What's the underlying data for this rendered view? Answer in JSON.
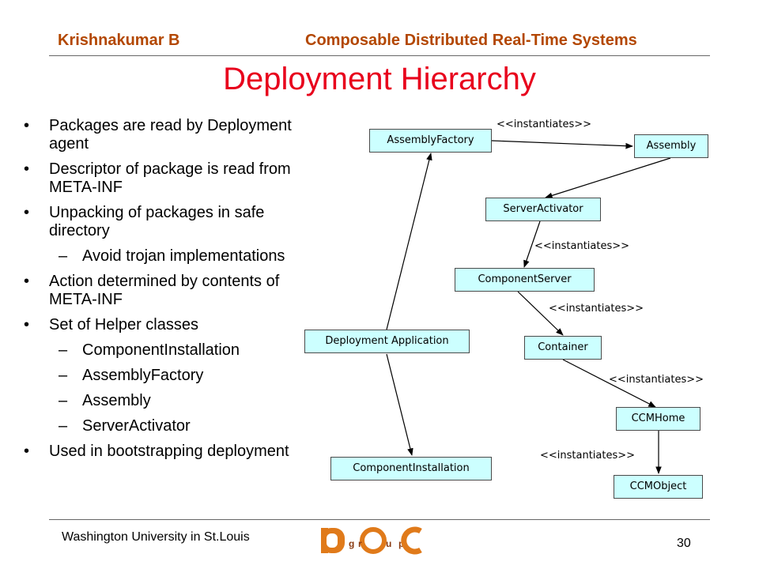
{
  "header": {
    "author": "Krishnakumar B",
    "course": "Composable Distributed Real-Time Systems"
  },
  "title": "Deployment Hierarchy",
  "bullets": [
    {
      "level": 1,
      "text": "Packages are read by Deployment agent"
    },
    {
      "level": 1,
      "text": "Descriptor of package is read from META-INF"
    },
    {
      "level": 1,
      "text": "Unpacking of packages in safe directory"
    },
    {
      "level": 2,
      "text": "Avoid trojan implementations"
    },
    {
      "level": 1,
      "text": "Action determined by contents of META-INF"
    },
    {
      "level": 1,
      "text": "Set of Helper classes"
    },
    {
      "level": 2,
      "text": "ComponentInstallation"
    },
    {
      "level": 2,
      "text": "AssemblyFactory"
    },
    {
      "level": 2,
      "text": "Assembly"
    },
    {
      "level": 2,
      "text": "ServerActivator"
    },
    {
      "level": 1,
      "text": "Used in bootstrapping deployment"
    }
  ],
  "bullet_markers": {
    "level1": "•",
    "level2": "–"
  },
  "diagram": {
    "nodes": {
      "assembly_factory": "AssemblyFactory",
      "assembly": "Assembly",
      "server_activator": "ServerActivator",
      "component_server": "ComponentServer",
      "container": "Container",
      "deployment_application": "Deployment Application",
      "ccm_home": "CCMHome",
      "component_installation": "ComponentInstallation",
      "ccm_object": "CCMObject"
    },
    "edge_labels": {
      "l1": "<<instantiates>>",
      "l2": "<<instantiates>>",
      "l3": "<<instantiates>>",
      "l4": "<<instantiates>>",
      "l5": "<<instantiates>>"
    },
    "colors": {
      "node_fill": "#ccffff",
      "node_border": "#4a4a4a",
      "arrow": "#000000"
    }
  },
  "logo": {
    "text": "DOC",
    "small_letters": [
      "g",
      "r",
      "u",
      "p"
    ]
  },
  "footer": {
    "institution": "Washington University in St.Louis",
    "page_number": "30"
  },
  "colors": {
    "header": "#b34700",
    "title": "#e8001c",
    "rule": "#666666"
  }
}
